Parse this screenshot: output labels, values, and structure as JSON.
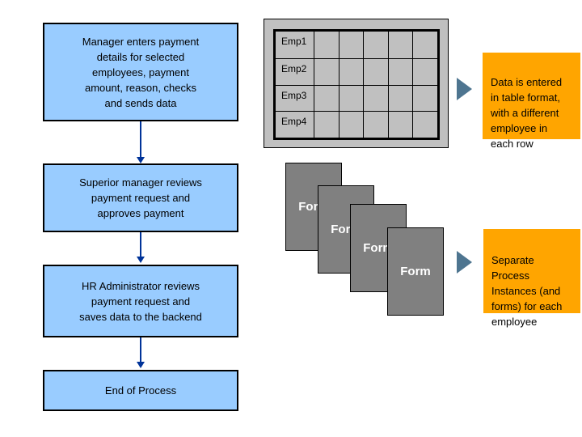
{
  "diagram": {
    "flow_steps": [
      {
        "label": "Manager enters payment\ndetails for selected\nemployees, payment\namount, reason, checks\nand sends data"
      },
      {
        "label": "Superior manager reviews\npayment request and\napproves payment"
      },
      {
        "label": "HR Administrator reviews\npayment request and\nsaves data to the backend"
      },
      {
        "label": "End of Process"
      }
    ],
    "employee_table": {
      "row_labels": [
        "Emp1",
        "Emp2",
        "Emp3",
        "Emp4"
      ],
      "columns": 6
    },
    "forms": {
      "label": "Form",
      "count": 4
    },
    "notes": [
      {
        "text": "Data is entered\nin table format,\nwith a different\nemployee in\neach row"
      },
      {
        "text": "Separate\nProcess\nInstances (and\nforms) for each\nemployee"
      }
    ],
    "colors": {
      "process_box_fill": "#99CCFF",
      "connector": "#003399",
      "table_background": "#C0C0C0",
      "form_fill": "#808080",
      "note_fill": "#FFA500",
      "pointer_fill": "#4E7590"
    }
  }
}
